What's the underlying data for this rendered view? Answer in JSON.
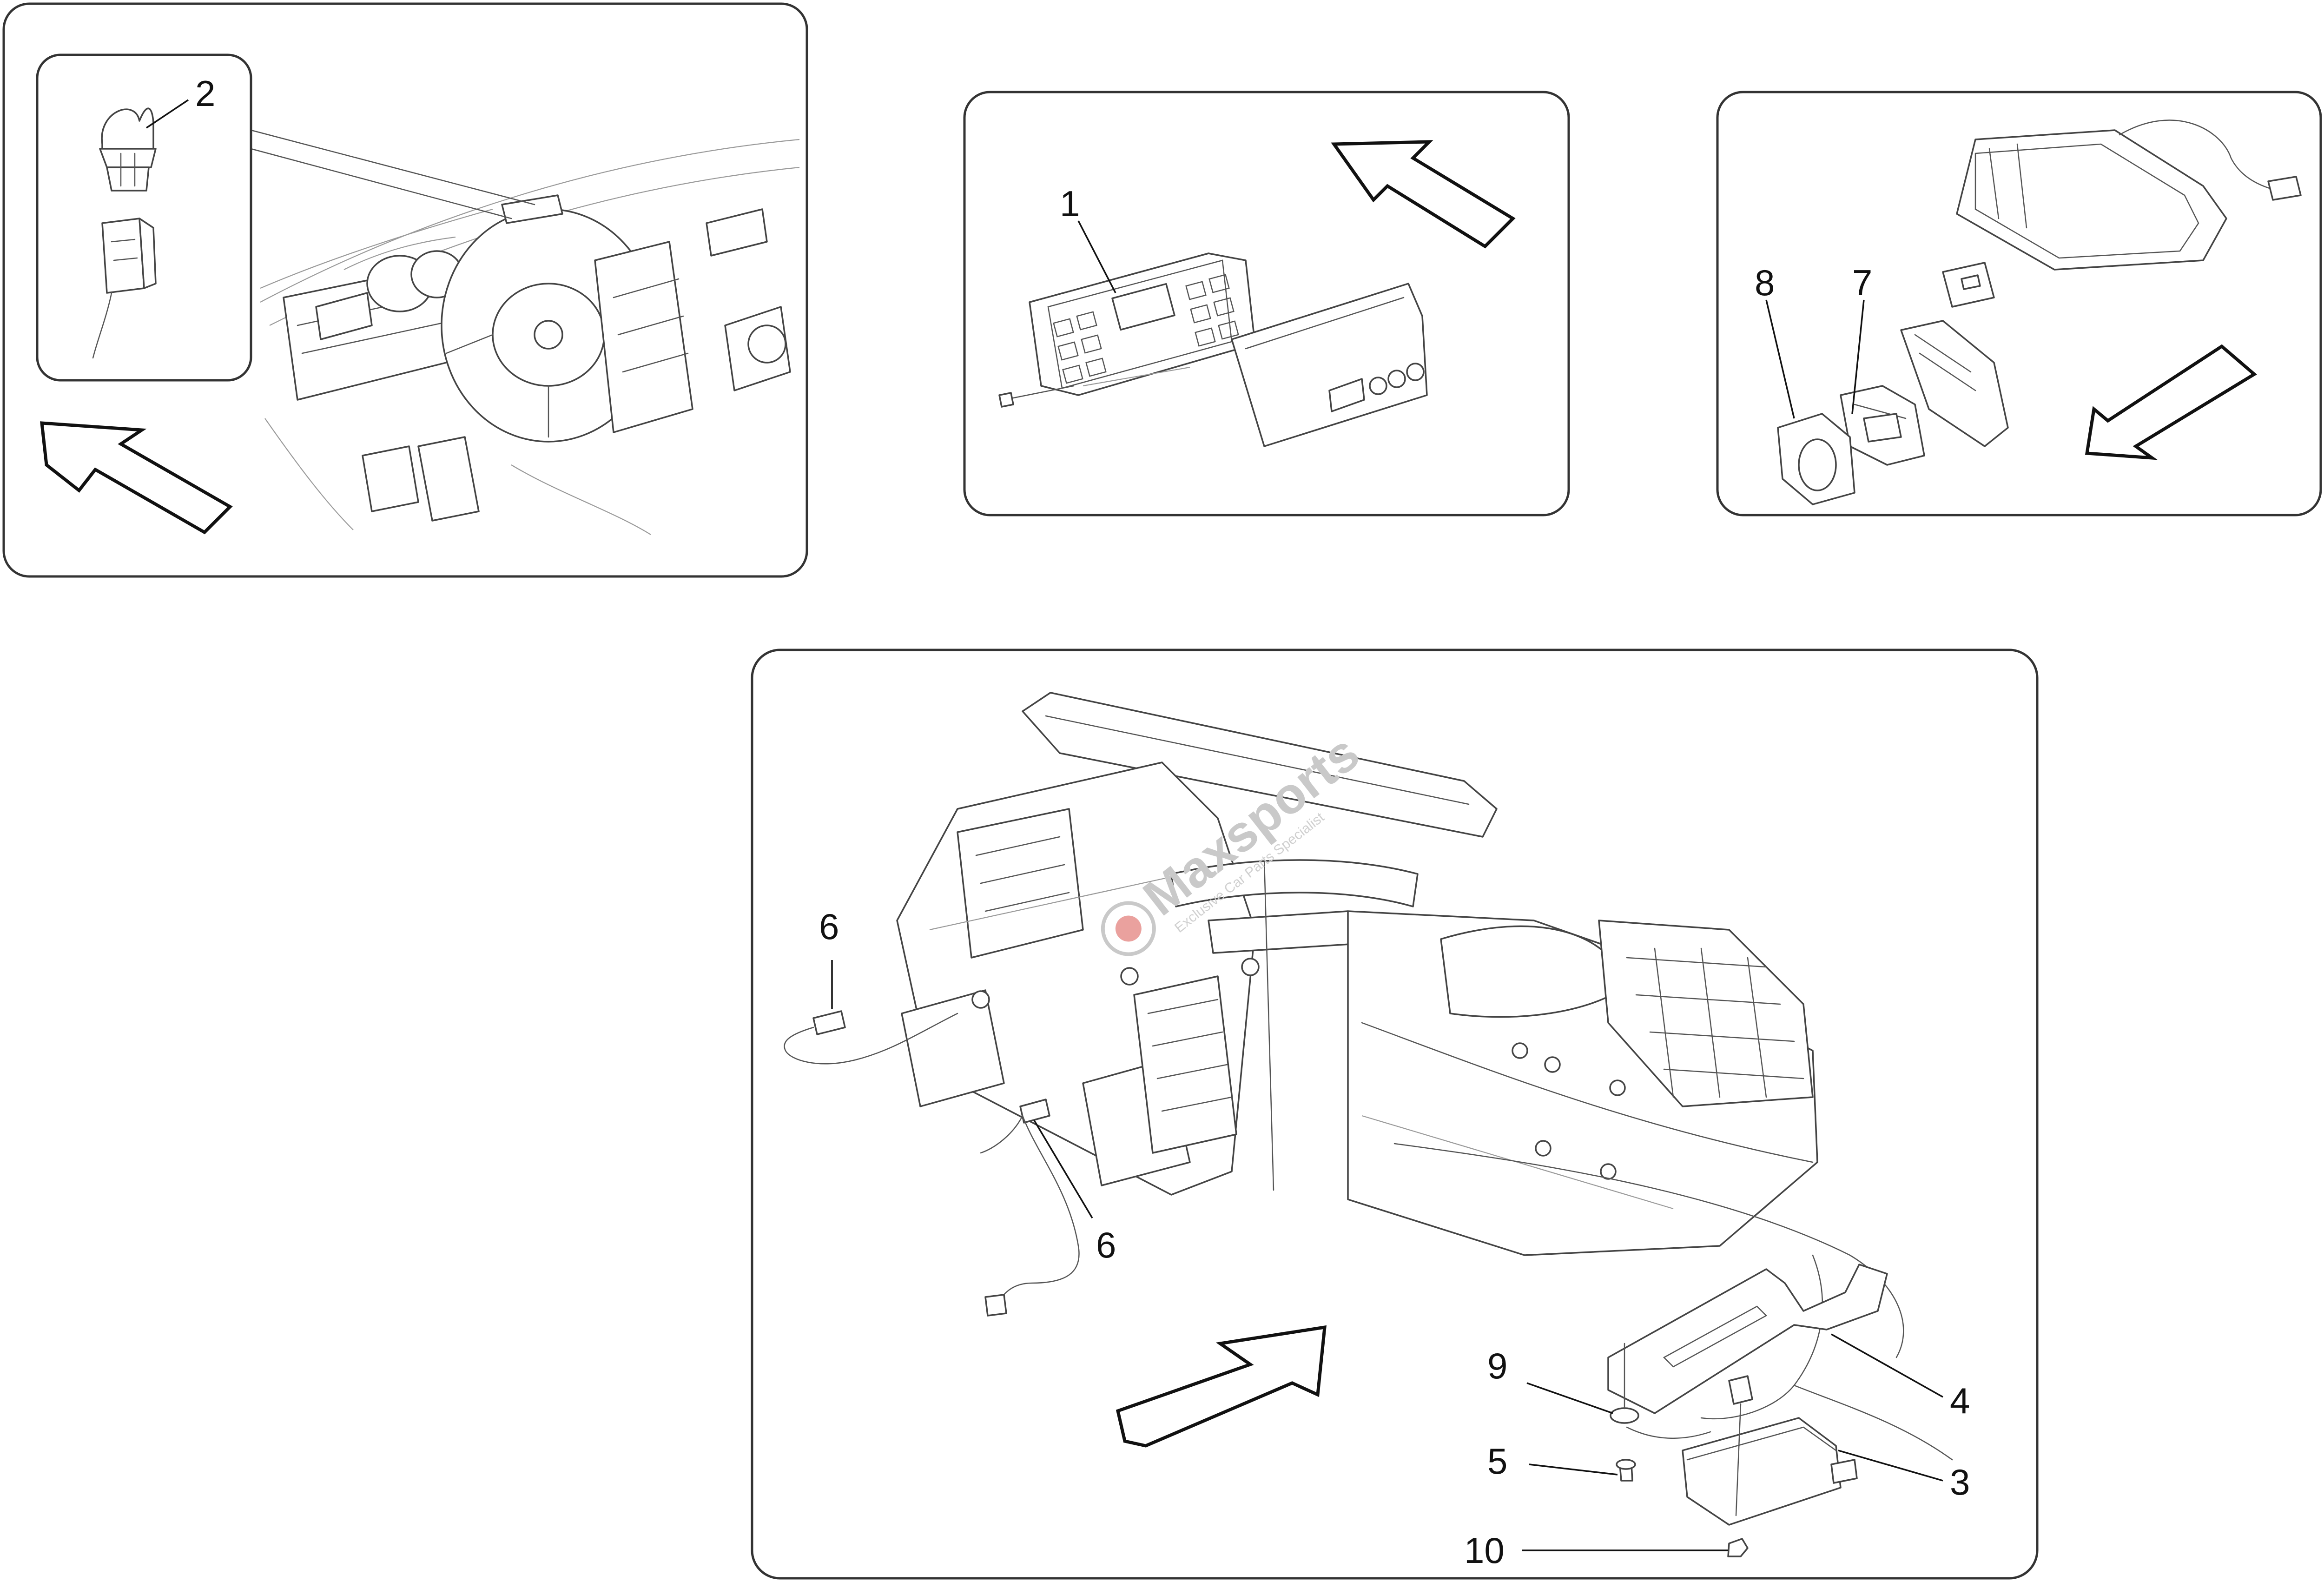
{
  "callouts": {
    "c1": "1",
    "c2": "2",
    "c3": "3",
    "c4": "4",
    "c5": "5",
    "c6a": "6",
    "c6b": "6",
    "c7": "7",
    "c8": "8",
    "c9": "9",
    "c10": "10"
  },
  "watermark": {
    "brand": "Maxsports",
    "tagline": "Exclusive Car Parts Specialist"
  },
  "colors": {
    "line": "#444444",
    "frame": "#333333",
    "watermark": "#c9c9c9",
    "logo_red": "#d9534f"
  }
}
